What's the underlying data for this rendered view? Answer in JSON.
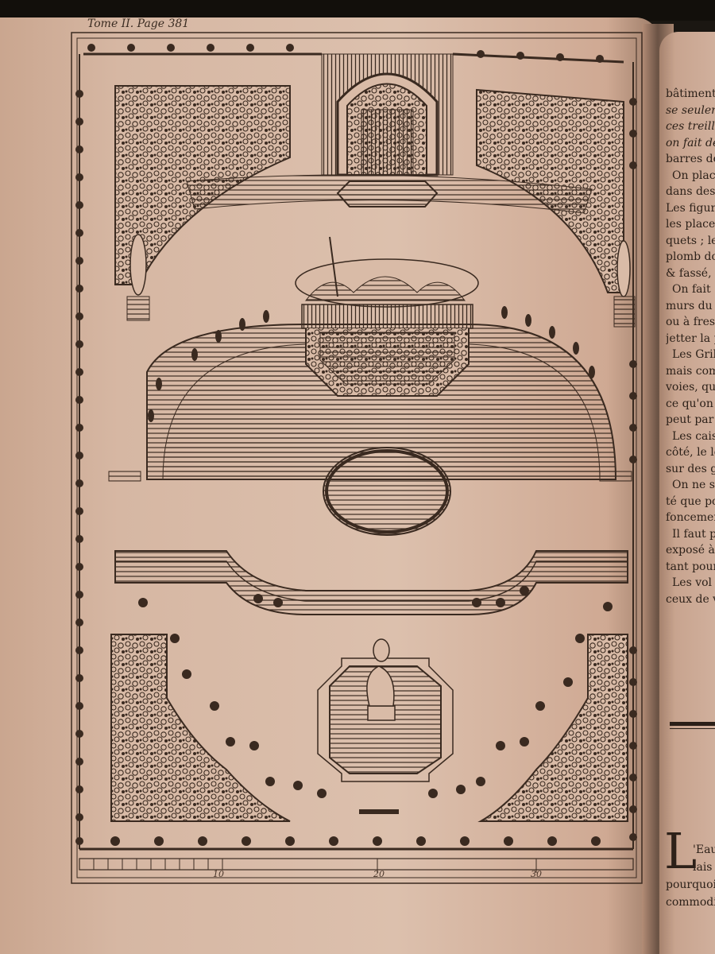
{
  "page": {
    "header": "Tome II. Page 381",
    "scale_labels": [
      "10",
      "20",
      "30"
    ]
  },
  "right_column": {
    "lines": [
      {
        "text": "bâtiment",
        "italic": false
      },
      {
        "text": "se seulem",
        "italic": true
      },
      {
        "text": "ces treillag",
        "italic": true
      },
      {
        "text": "on fait des",
        "italic": true
      },
      {
        "text": "barres de",
        "italic": false
      },
      {
        "text": "On plac",
        "italic": false
      },
      {
        "text": "dans des ni",
        "italic": false
      },
      {
        "text": "Les figures",
        "italic": false
      },
      {
        "text": "les placer",
        "italic": false
      },
      {
        "text": "quets ; les",
        "italic": false
      },
      {
        "text": "plomb do",
        "italic": false
      },
      {
        "text": "& fassé, o",
        "italic": false
      },
      {
        "text": "On fait",
        "italic": false
      },
      {
        "text": "murs du b",
        "italic": false
      },
      {
        "text": "ou à fresq",
        "italic": false
      },
      {
        "text": "jetter la pl",
        "italic": false
      },
      {
        "text": "Les Grill",
        "italic": false
      },
      {
        "text": "mais comm",
        "italic": false
      },
      {
        "text": "voies, qui f",
        "italic": false
      },
      {
        "text": "ce qu'on ap",
        "italic": false
      },
      {
        "text": "peut par de",
        "italic": false
      },
      {
        "text": "Les caiss",
        "italic": false
      },
      {
        "text": "côté, le lon",
        "italic": false
      },
      {
        "text": "sur des grad",
        "italic": false
      },
      {
        "text": "On ne sça",
        "italic": false
      },
      {
        "text": "té que pour",
        "italic": false
      },
      {
        "text": "foncemens",
        "italic": false
      },
      {
        "text": "Il faut pa",
        "italic": false
      },
      {
        "text": "exposé à la",
        "italic": false
      },
      {
        "text": "tant pour l",
        "italic": false
      },
      {
        "text": "Les vol",
        "italic": false
      },
      {
        "text": "ceux de vi",
        "italic": false
      }
    ],
    "dropcap": "L",
    "tail_lines": [
      "'Eau",
      "lais &"
    ],
    "tail2_lines": [
      "pourquoi",
      "commodit"
    ]
  }
}
